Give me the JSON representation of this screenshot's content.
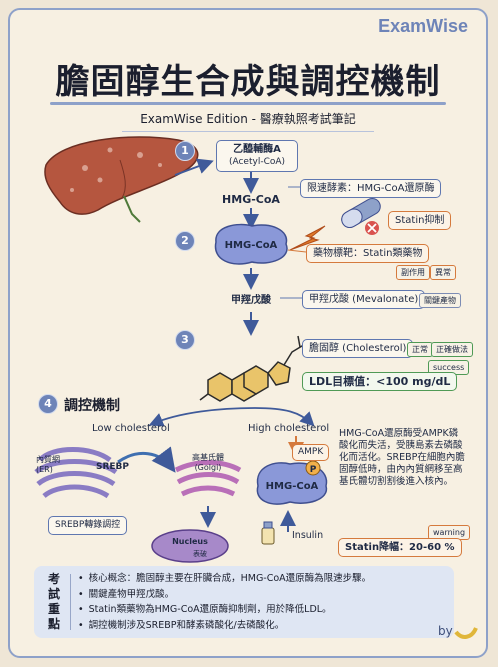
{
  "brand": "ExamWise",
  "title": "膽固醇生合成與調控機制",
  "subtitle": "ExamWise Edition - 醫療執照考試筆記",
  "steps": [
    {
      "num": "1",
      "line1": "乙醯輔酶A",
      "line2": "(Acetyl-CoA)"
    },
    {
      "num": "2"
    },
    {
      "num": "3"
    }
  ],
  "hmgcoa_text": "HMG-CoA",
  "enzyme_blob": "HMG-CoA",
  "rate_limiting": "限速酵素：HMG-CoA還原酶",
  "statin_inhibit": "Statin抑制",
  "drug_target": "藥物標靶：Statin類藥物",
  "tag_side_effect": "副作用",
  "tag_abnormal": "異常",
  "mevalonate_text": "甲羥戊酸",
  "mevalonate_label": "甲羥戊酸 (Mevalonate)",
  "tag_key_product": "關鍵產物",
  "cholesterol_label": "膽固醇 (Cholesterol)",
  "tag_normal": "正常",
  "tag_correct": "正確做法",
  "tag_success": "success",
  "ldl_target": "LDL目標值：<100 mg/dL",
  "regulation": {
    "num": "4",
    "title": "調控機制",
    "low": "Low cholesterol",
    "high": "High cholesterol",
    "er": "內質網\n(ER)",
    "srebp": "SREBP",
    "golgi": "高基氏體\n(Golgi)",
    "srebp_box": "SREBP轉錄調控",
    "nucleus": "Nucleus",
    "nucleus_sub": "表破",
    "ampk": "AMPK",
    "p": "P",
    "hmg_blob": "HMG-CoA",
    "insulin": "Insulin",
    "note": "HMG-CoA還原酶受AMPK磷酸化而失活，受胰島素去磷酸化而活化。SREBP在細胞內膽固醇低時，由內內質網移至高基氏體切割割後進入核內。",
    "tag_warning": "warning",
    "statin_drop": "Statin降幅：20-60 %"
  },
  "key_points": {
    "label": "考試重點",
    "items": [
      "核心概念：膽固醇主要在肝臟合成，HMG-CoA還原酶為限速步驟。",
      "關鍵產物甲羥戊酸。",
      "Statin類藥物為HMG-CoA還原酶抑制劑，用於降低LDL。",
      "調控機制涉及SREBP和酵素磷酸化/去磷酸化。"
    ]
  },
  "by": "by",
  "colors": {
    "accent": "#6e84b8",
    "orange": "#d57a3d",
    "green": "#4f9a55",
    "liver": "#b5563f",
    "blob": "#8a98d8"
  }
}
